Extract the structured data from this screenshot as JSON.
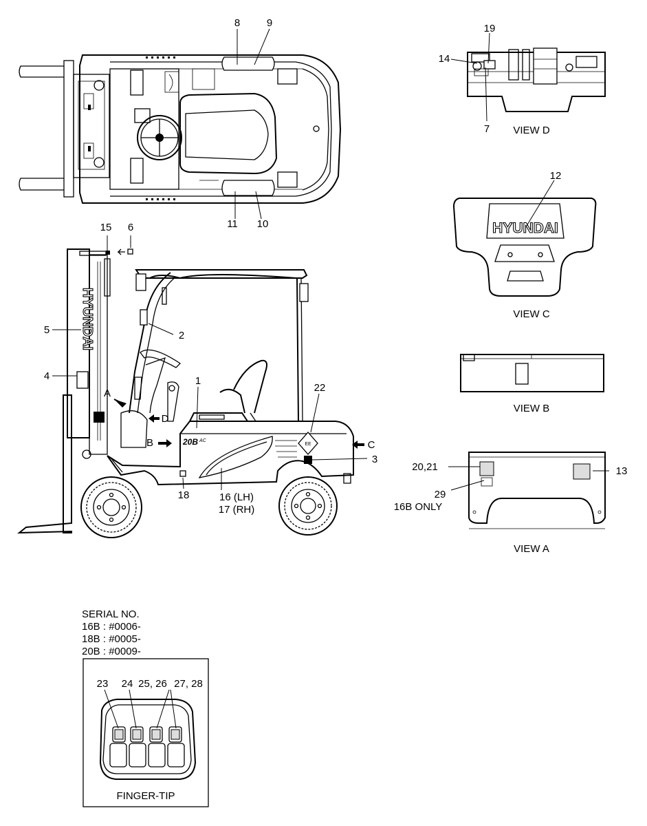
{
  "diagram": {
    "callouts": {
      "n1": "1",
      "n2": "2",
      "n3": "3",
      "n4": "4",
      "n5": "5",
      "n6": "6",
      "n7": "7",
      "n8": "8",
      "n9": "9",
      "n10": "10",
      "n11": "11",
      "n12": "12",
      "n13": "13",
      "n14": "14",
      "n15": "15",
      "n16": "16 (LH)",
      "n17": "17 (RH)",
      "n18": "18",
      "n19": "19",
      "n20_21": "20,21",
      "n22": "22",
      "n23": "23",
      "n24": "24",
      "n25_26": "25, 26",
      "n27_28": "27, 28",
      "n29": "29",
      "n29_note": "16B ONLY"
    },
    "arrows": {
      "a": "A",
      "b": "B",
      "c": "C",
      "d": "D"
    },
    "views": {
      "view_a": "VIEW A",
      "view_b": "VIEW B",
      "view_c": "VIEW C",
      "view_d": "VIEW D",
      "finger_tip": "FINGER-TIP"
    },
    "brand": "HYUNDAI",
    "model_badge": "20B",
    "model_badge_suffix": "AC",
    "ee_marking": "EE",
    "serial": {
      "title": "SERIAL NO.",
      "lines": [
        "16B : #0006-",
        "18B : #0005-",
        "20B : #0009-"
      ]
    }
  }
}
